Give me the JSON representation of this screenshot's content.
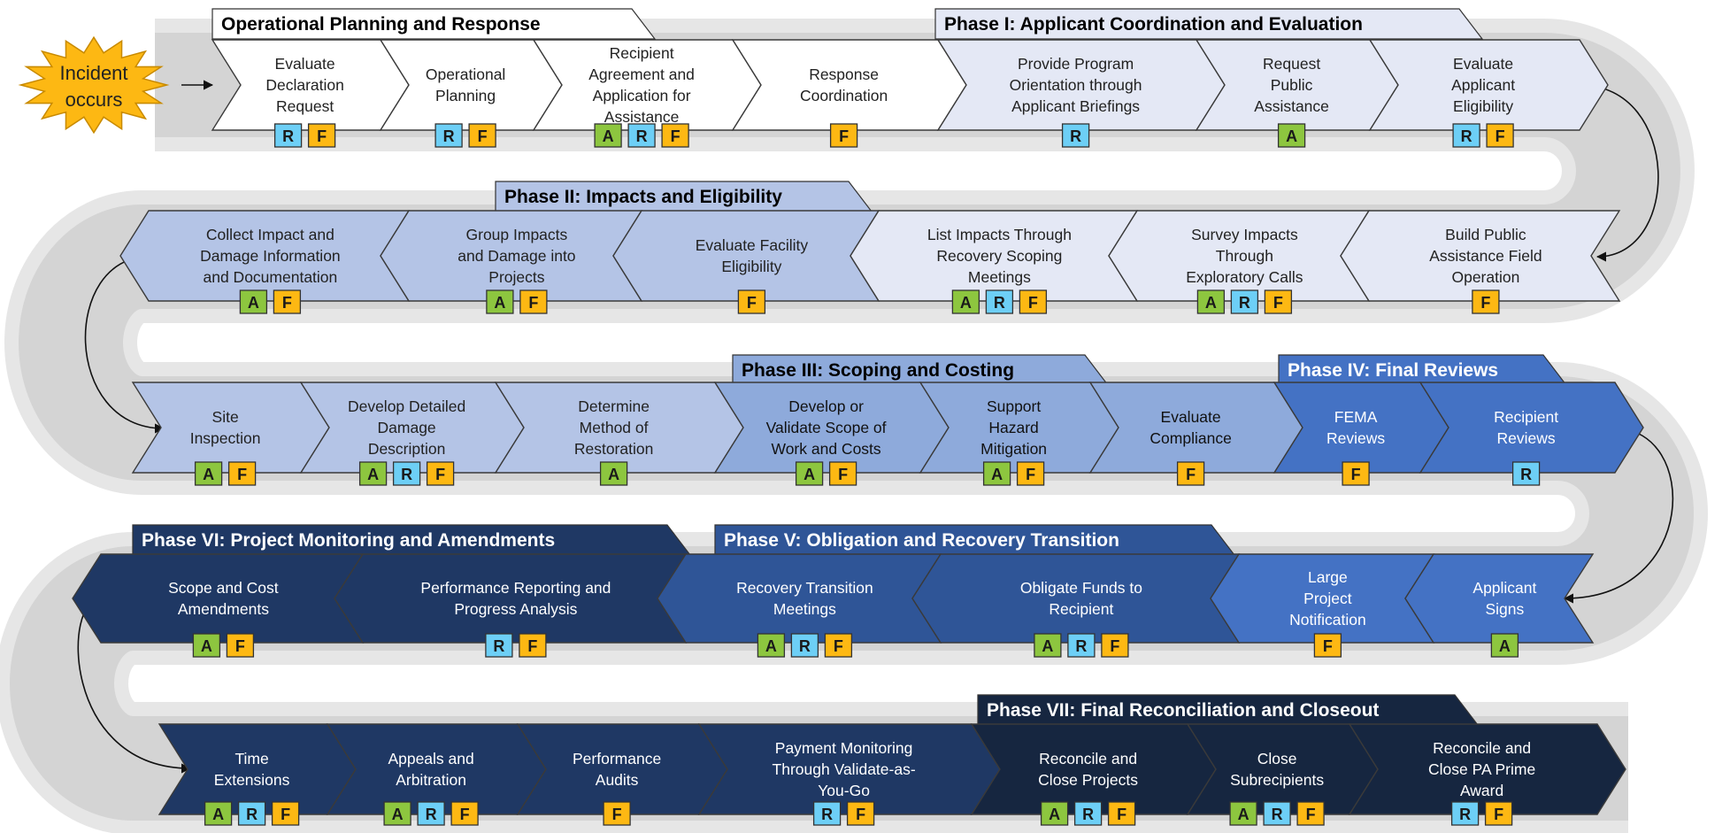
{
  "start": {
    "label_line1": "Incident",
    "label_line2": "occurs"
  },
  "colors": {
    "A": "#8dc63f",
    "R": "#6dcff6",
    "F": "#fdb813",
    "band": "#d9d9d9",
    "bandEdge": "#f2f2f2",
    "ink": "#111111"
  },
  "rows": [
    {
      "headers": [
        {
          "title": "Operational Planning and Response",
          "fill": "#ffffff",
          "text": "#000000"
        },
        {
          "title": "Phase I: Applicant Coordination and Evaluation",
          "fill": "#e4e8f5",
          "text": "#000000"
        }
      ],
      "steps": [
        {
          "lines": [
            "Evaluate",
            "Declaration",
            "Request"
          ],
          "fill": "#ffffff",
          "text": "#222222",
          "badges": [
            "R",
            "F"
          ]
        },
        {
          "lines": [
            "Operational",
            "Planning"
          ],
          "fill": "#ffffff",
          "text": "#222222",
          "badges": [
            "R",
            "F"
          ]
        },
        {
          "lines": [
            "Recipient",
            "Agreement and",
            "Application for",
            "Assistance"
          ],
          "fill": "#ffffff",
          "text": "#222222",
          "badges": [
            "A",
            "R",
            "F"
          ]
        },
        {
          "lines": [
            "Response",
            "Coordination"
          ],
          "fill": "#ffffff",
          "text": "#222222",
          "badges": [
            "F"
          ]
        },
        {
          "lines": [
            "Provide Program",
            "Orientation through",
            "Applicant Briefings"
          ],
          "fill": "#e4e8f5",
          "text": "#222222",
          "badges": [
            "R"
          ]
        },
        {
          "lines": [
            "Request",
            "Public",
            "Assistance"
          ],
          "fill": "#e4e8f5",
          "text": "#222222",
          "badges": [
            "A"
          ]
        },
        {
          "lines": [
            "Evaluate",
            "Applicant",
            "Eligibility"
          ],
          "fill": "#e4e8f5",
          "text": "#222222",
          "badges": [
            "R",
            "F"
          ]
        }
      ]
    },
    {
      "headers": [
        {
          "title": "Phase II: Impacts and Eligibility",
          "fill": "#b4c4e6",
          "text": "#000000"
        }
      ],
      "steps": [
        {
          "lines": [
            "Collect Impact and",
            "Damage Information",
            "and Documentation"
          ],
          "fill": "#b4c4e6",
          "text": "#222222",
          "badges": [
            "A",
            "F"
          ]
        },
        {
          "lines": [
            "Group Impacts",
            "and Damage into",
            "Projects"
          ],
          "fill": "#b4c4e6",
          "text": "#222222",
          "badges": [
            "A",
            "F"
          ]
        },
        {
          "lines": [
            "Evaluate Facility",
            "Eligibility"
          ],
          "fill": "#b4c4e6",
          "text": "#222222",
          "badges": [
            "F"
          ]
        },
        {
          "lines": [
            "List Impacts Through",
            "Recovery Scoping",
            "Meetings"
          ],
          "fill": "#e4e8f5",
          "text": "#222222",
          "badges": [
            "A",
            "R",
            "F"
          ]
        },
        {
          "lines": [
            "Survey Impacts",
            "Through",
            "Exploratory Calls"
          ],
          "fill": "#e4e8f5",
          "text": "#222222",
          "badges": [
            "A",
            "R",
            "F"
          ]
        },
        {
          "lines": [
            "Build Public",
            "Assistance Field",
            "Operation"
          ],
          "fill": "#e4e8f5",
          "text": "#222222",
          "badges": [
            "F"
          ]
        }
      ]
    },
    {
      "headers": [
        {
          "title": "Phase III: Scoping and Costing",
          "fill": "#8eaadb",
          "text": "#000000"
        },
        {
          "title": "Phase IV: Final Reviews",
          "fill": "#4472c4",
          "text": "#ffffff"
        }
      ],
      "steps": [
        {
          "lines": [
            "Site",
            "Inspection"
          ],
          "fill": "#b4c4e6",
          "text": "#222222",
          "badges": [
            "A",
            "F"
          ]
        },
        {
          "lines": [
            "Develop Detailed",
            "Damage",
            "Description"
          ],
          "fill": "#b4c4e6",
          "text": "#222222",
          "badges": [
            "A",
            "R",
            "F"
          ]
        },
        {
          "lines": [
            "Determine",
            "Method of",
            "Restoration"
          ],
          "fill": "#b4c4e6",
          "text": "#222222",
          "badges": [
            "A"
          ]
        },
        {
          "lines": [
            "Develop or",
            "Validate Scope of",
            "Work and Costs"
          ],
          "fill": "#8eaadb",
          "text": "#111111",
          "badges": [
            "A",
            "F"
          ]
        },
        {
          "lines": [
            "Support",
            "Hazard",
            "Mitigation"
          ],
          "fill": "#8eaadb",
          "text": "#111111",
          "badges": [
            "A",
            "F"
          ]
        },
        {
          "lines": [
            "Evaluate",
            "Compliance"
          ],
          "fill": "#8eaadb",
          "text": "#111111",
          "badges": [
            "F"
          ]
        },
        {
          "lines": [
            "FEMA",
            "Reviews"
          ],
          "fill": "#4472c4",
          "text": "#ffffff",
          "badges": [
            "F"
          ]
        },
        {
          "lines": [
            "Recipient",
            "Reviews"
          ],
          "fill": "#4472c4",
          "text": "#ffffff",
          "badges": [
            "R"
          ]
        }
      ]
    },
    {
      "headers": [
        {
          "title": "Phase VI: Project Monitoring and Amendments",
          "fill": "#1f3864",
          "text": "#ffffff"
        },
        {
          "title": "Phase V: Obligation and Recovery Transition",
          "fill": "#2f5597",
          "text": "#ffffff"
        }
      ],
      "steps": [
        {
          "lines": [
            "Scope and Cost",
            "Amendments"
          ],
          "fill": "#1f3864",
          "text": "#ffffff",
          "badges": [
            "A",
            "F"
          ]
        },
        {
          "lines": [
            "Performance Reporting and",
            "Progress Analysis"
          ],
          "fill": "#1f3864",
          "text": "#ffffff",
          "badges": [
            "R",
            "F"
          ]
        },
        {
          "lines": [
            "Recovery Transition",
            "Meetings"
          ],
          "fill": "#2f5597",
          "text": "#ffffff",
          "badges": [
            "A",
            "R",
            "F"
          ]
        },
        {
          "lines": [
            "Obligate Funds to",
            "Recipient"
          ],
          "fill": "#2f5597",
          "text": "#ffffff",
          "badges": [
            "A",
            "R",
            "F"
          ]
        },
        {
          "lines": [
            "Large",
            "Project",
            "Notification"
          ],
          "fill": "#4472c4",
          "text": "#ffffff",
          "badges": [
            "F"
          ]
        },
        {
          "lines": [
            "Applicant",
            "Signs"
          ],
          "fill": "#4472c4",
          "text": "#ffffff",
          "badges": [
            "A"
          ]
        }
      ]
    },
    {
      "headers": [
        {
          "title": "Phase VII:  Final Reconciliation and Closeout",
          "fill": "#162640",
          "text": "#ffffff"
        }
      ],
      "steps": [
        {
          "lines": [
            "Time",
            "Extensions"
          ],
          "fill": "#1f3864",
          "text": "#ffffff",
          "badges": [
            "A",
            "R",
            "F"
          ]
        },
        {
          "lines": [
            "Appeals and",
            "Arbitration"
          ],
          "fill": "#1f3864",
          "text": "#ffffff",
          "badges": [
            "A",
            "R",
            "F"
          ]
        },
        {
          "lines": [
            "Performance",
            "Audits"
          ],
          "fill": "#1f3864",
          "text": "#ffffff",
          "badges": [
            "F"
          ]
        },
        {
          "lines": [
            "Payment Monitoring",
            "Through Validate-as-",
            "You-Go"
          ],
          "fill": "#1f3864",
          "text": "#ffffff",
          "badges": [
            "R",
            "F"
          ]
        },
        {
          "lines": [
            "Reconcile and",
            "Close Projects"
          ],
          "fill": "#162640",
          "text": "#ffffff",
          "badges": [
            "A",
            "R",
            "F"
          ]
        },
        {
          "lines": [
            "Close",
            "Subrecipients"
          ],
          "fill": "#162640",
          "text": "#ffffff",
          "badges": [
            "A",
            "R",
            "F"
          ]
        },
        {
          "lines": [
            "Reconcile and",
            "Close PA Prime",
            "Award"
          ],
          "fill": "#162640",
          "text": "#ffffff",
          "badges": [
            "R",
            "F"
          ]
        }
      ]
    }
  ]
}
